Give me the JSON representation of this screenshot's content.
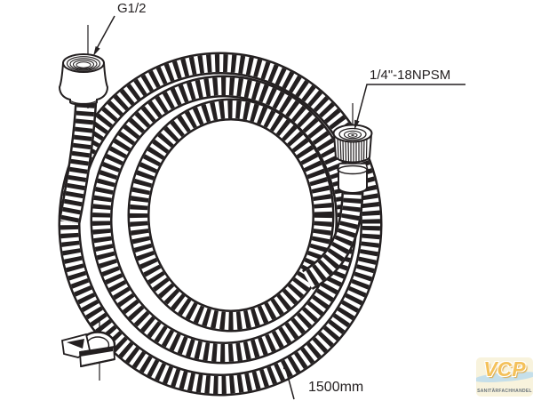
{
  "diagram": {
    "labels": {
      "top_fitting_thread": "G1/2",
      "right_fitting_thread": "1/4\"-18NPSM",
      "hose_length": "1500mm"
    }
  },
  "logo": {
    "brand": "VCP",
    "tagline": "SANITÄRFACHHANDEL"
  },
  "colors": {
    "line": "#231f20",
    "background": "#ffffff",
    "logo_background": "#f7f1d6",
    "logo_brand": "#f2b437",
    "logo_wave": "#b9d8e6",
    "logo_tagline": "#45525d"
  }
}
